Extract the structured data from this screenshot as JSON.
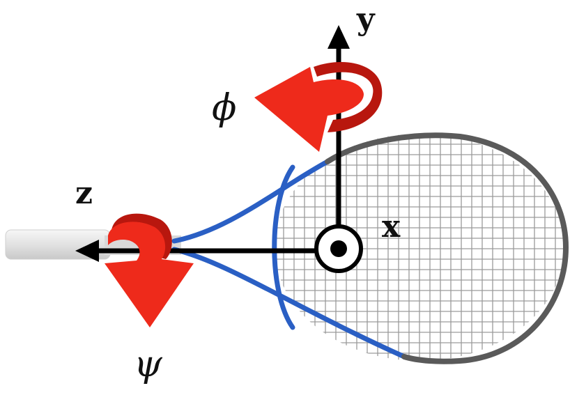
{
  "labels": {
    "y_axis": "y",
    "z_axis": "z",
    "x_axis": "x",
    "phi": "ϕ",
    "psi": "ψ"
  },
  "colors": {
    "racket_frame_head": "#5a5a5a",
    "racket_frame_throat": "#2a5fc4",
    "strings": "#9a9a9a",
    "grip": "#e6e6e6",
    "axis": "#000000",
    "rotation_arrow": "#ee2a1b",
    "rotation_arrow_dark": "#b8170e"
  },
  "icons": {
    "racket": "tennis-racket-icon",
    "rotation_phi": "curved-rotation-arrow-icon",
    "rotation_psi": "curved-rotation-arrow-icon",
    "x_axis_symbol": "out-of-plane-dot-icon"
  }
}
